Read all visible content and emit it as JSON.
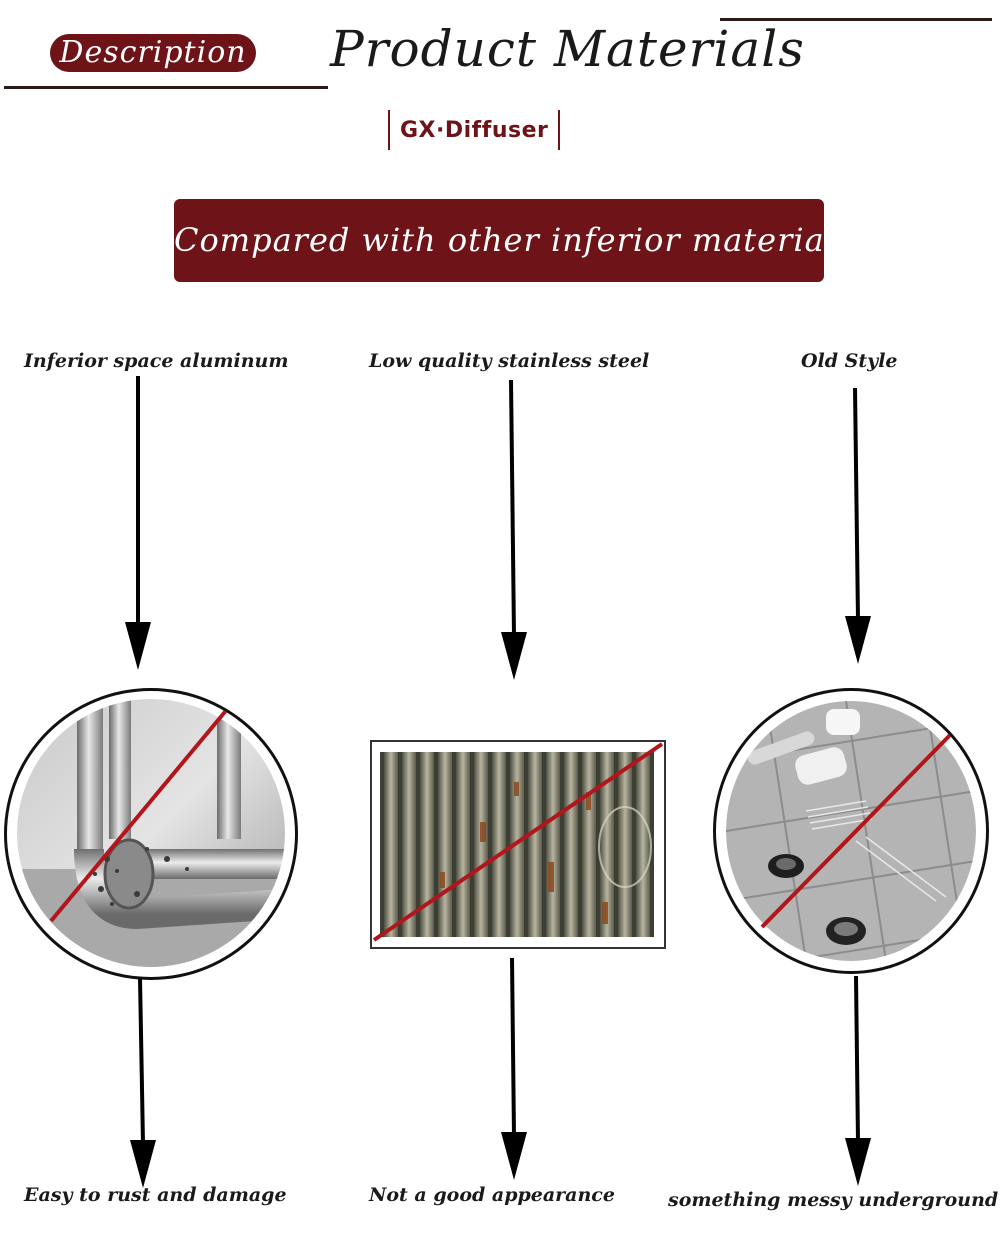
{
  "header": {
    "tag": "Description",
    "title": "Product Materials",
    "brand": "GX·Diffuser"
  },
  "banner": {
    "text": "Compared with other inferior materials"
  },
  "columns": [
    {
      "label": "Inferior space aluminum",
      "image_icon": "corroded-aluminum-pipe",
      "caption": "Easy  to rust and damage"
    },
    {
      "label": "Low quality stainless steel",
      "image_icon": "rusty-steel-rods",
      "caption": "Not a good appearance"
    },
    {
      "label": "Old Style",
      "image_icon": "messy-floor-drain",
      "caption": "something messy underground"
    }
  ],
  "colors": {
    "accent": "#6e1418",
    "strike": "#b0161c",
    "text": "#1a1a1a",
    "background": "#ffffff"
  }
}
